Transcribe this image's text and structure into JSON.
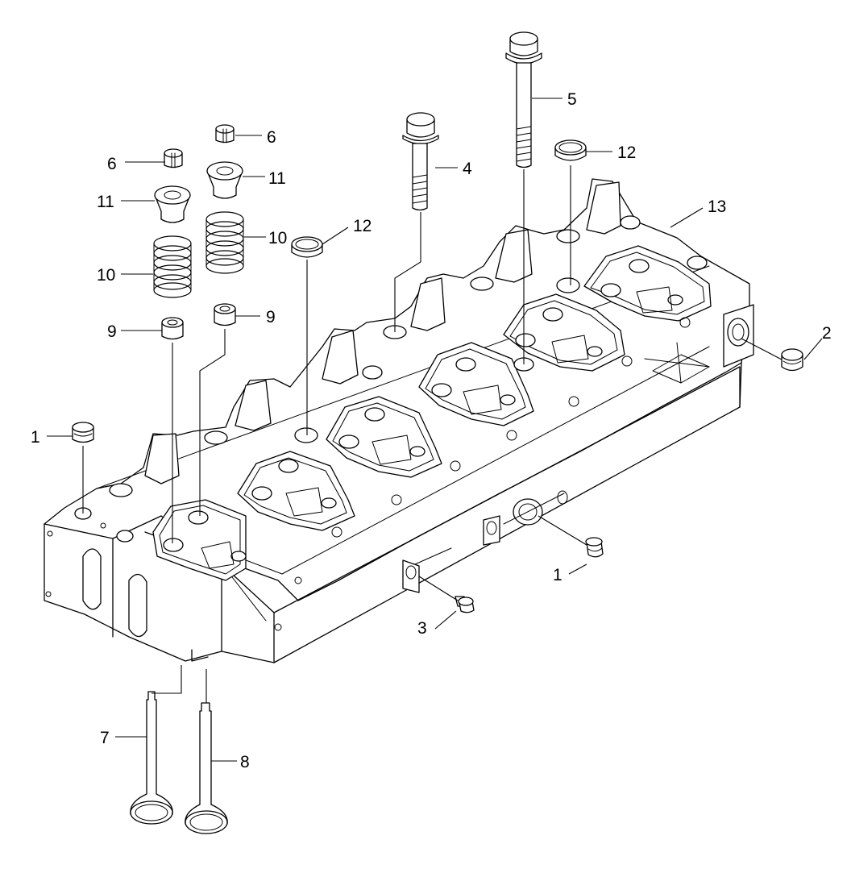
{
  "callouts": {
    "c1a": "1",
    "c1b": "1",
    "c2": "2",
    "c3": "3",
    "c4": "4",
    "c5": "5",
    "c6a": "6",
    "c6b": "6",
    "c7": "7",
    "c8": "8",
    "c9a": "9",
    "c9b": "9",
    "c10a": "10",
    "c10b": "10",
    "c11a": "11",
    "c11b": "11",
    "c12a": "12",
    "c12b": "12",
    "c13": "13"
  },
  "parts": [
    {
      "ref": "1",
      "name": "plug"
    },
    {
      "ref": "2",
      "name": "plug"
    },
    {
      "ref": "3",
      "name": "plug"
    },
    {
      "ref": "4",
      "name": "bolt"
    },
    {
      "ref": "5",
      "name": "bolt"
    },
    {
      "ref": "6",
      "name": "valve-cotter"
    },
    {
      "ref": "7",
      "name": "intake-valve"
    },
    {
      "ref": "8",
      "name": "exhaust-valve"
    },
    {
      "ref": "9",
      "name": "valve-stem-seal"
    },
    {
      "ref": "10",
      "name": "valve-spring"
    },
    {
      "ref": "11",
      "name": "spring-retainer"
    },
    {
      "ref": "12",
      "name": "ring"
    },
    {
      "ref": "13",
      "name": "cylinder-head"
    }
  ]
}
